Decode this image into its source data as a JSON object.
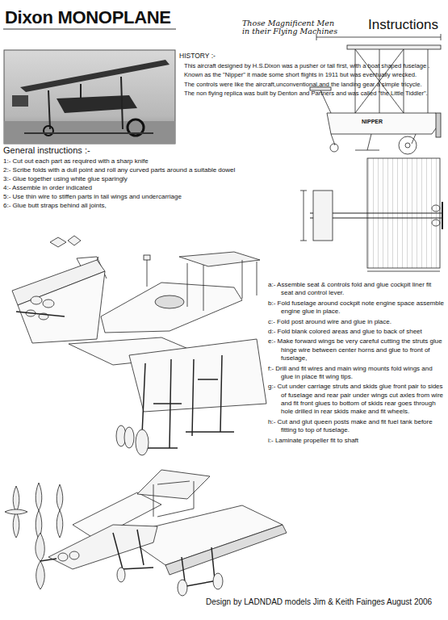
{
  "diagram": {
    "title": "Dixon MONOPLANE",
    "labels": [
      "Those Magnificent Men in their Flying Machines",
      "Instructions",
      "HISTORY :-",
      "This aircraft designed by H.S.Dixon was a pusher or tail first, with a boat shaped fuselage .",
      "Known as the \"Nipper\" it made some short flights in 1911 but was eventually wrecked.",
      "The controls were like the aircraft,unconventional,and the landing gear a simple tricycle.",
      "The non flying replica was built by Denton and Partners and was called \"the Little Tiddler\".",
      "NIPPER",
      "General instructions :-",
      "1:- Cut out each part as required with a sharp knife",
      "2:- Scribe folds with a dull point and roll any curved parts around a suitable dowel",
      "3:- Glue together using white glue sparingly",
      "4:- Assemble in order indicated",
      "5:- Use thin wire to stiffen parts in tail wings and undercarriage",
      "6:- Glue butt straps behind all joints,",
      "a:- Assemble seat & controls fold and glue cockpit liner fit seat and control lever.",
      "b:- Fold fuselage around cockpit note engine space assemble engine glue in place.",
      "c:- Fold post around wire and glue in place.",
      "d:- Fold blank colored areas and glue to back of sheet",
      "e:- Make forward wings be very careful cutting the struts glue hinge wire between center horns and glue to front of fuselage,",
      "f:- Drill and fit wires and main wing mounts fold wings and glue in place fit wing tips.",
      "g:- Cut under carriage struts and skids glue front pair to sides of fuselage and rear pair under wings cut axles from wire and fit front glues to bottom of skids rear goes through hole drilled in rear skids make and fit wheels.",
      "h:- Cut and glut queen posts make and fit fuel tank before fitting to top of fuselage.",
      "i:- Laminate propeller fit to shaft",
      "Design by LADNDAD models Jim & Keith Fainges August 2006"
    ]
  }
}
